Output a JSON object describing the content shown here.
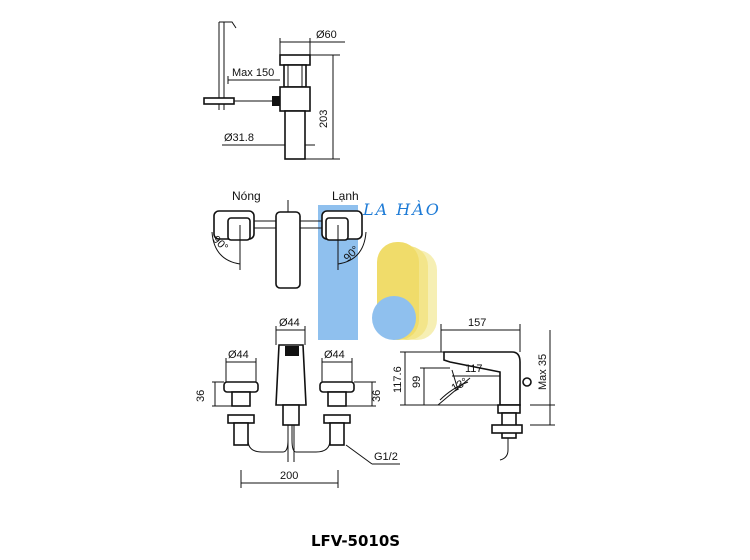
{
  "drain": {
    "dia_top": "Ø60",
    "max_height": "Max 150",
    "height": "203",
    "dia_pipe": "Ø31.8"
  },
  "top_view": {
    "hot_label": "Nóng",
    "cold_label": "Lạnh",
    "angle_left": "90°",
    "angle_right": "90°"
  },
  "front_view": {
    "dia_spout": "Ø44",
    "dia_left": "Ø44",
    "dia_right": "Ø44",
    "handle_height_left": "36",
    "handle_height_right": "36",
    "spacing": "200",
    "thread": "G1/2"
  },
  "side_view": {
    "reach": "157",
    "max_deck": "Max 35",
    "height_total": "117.6",
    "height_outlet": "99",
    "projection": "117",
    "angle": "13°"
  },
  "watermark": {
    "text": "LA HÀO",
    "colors": {
      "blue": "#8fc0ee",
      "yellow": "#f3e58a",
      "text": "#1e7bd6"
    }
  },
  "model_code": "LFV-5010S"
}
